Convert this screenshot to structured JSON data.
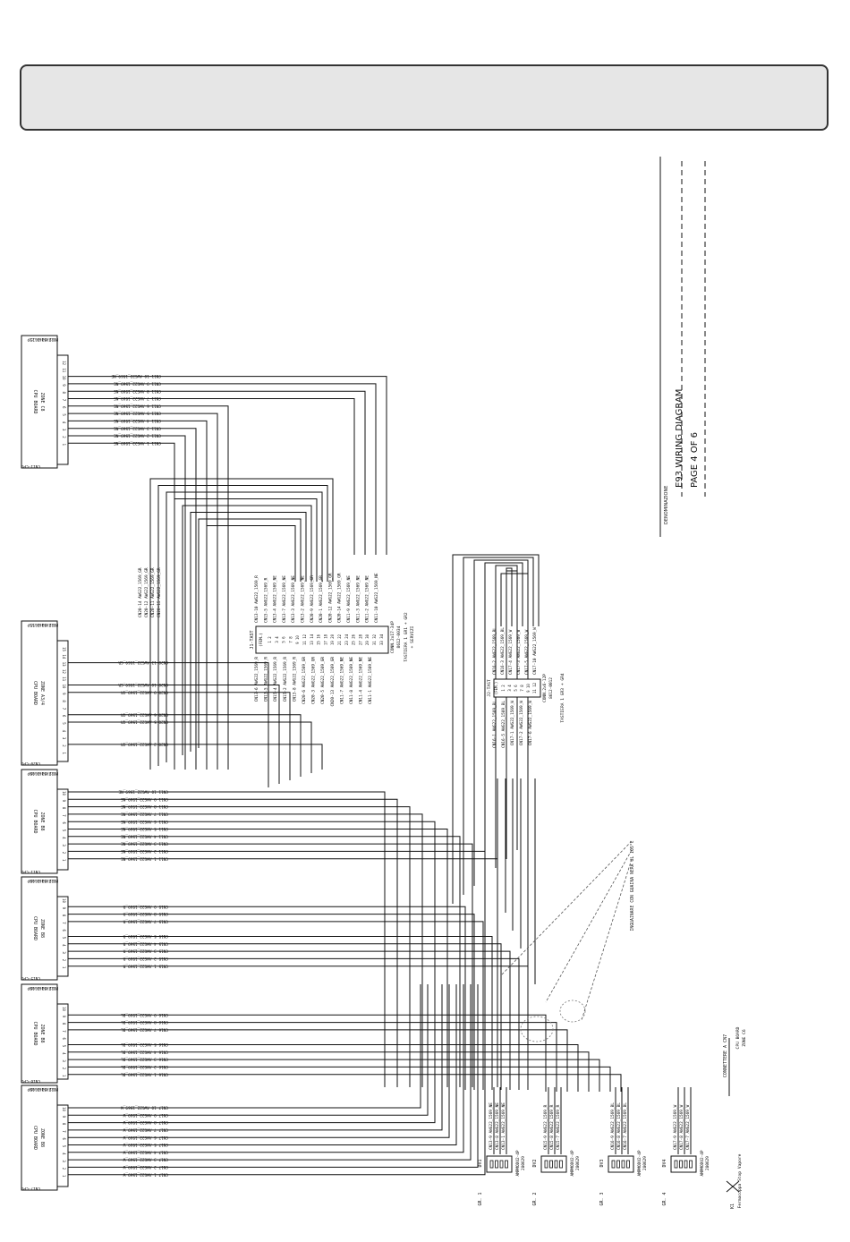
{
  "title_block": {
    "label": "DENOMINAZIONE",
    "title": "E93 WIRING DIAGRAM",
    "page": "PAGE 4 OF 6"
  },
  "blocks": [
    {
      "id": "C8",
      "board": "CPU BOARD",
      "zone": "ZONE C8",
      "connector": "MOLEX5460-12P",
      "code": "22-01-2125",
      "socket": "CN11-CPU",
      "pins": [
        "12",
        "11",
        "10",
        "9",
        "8",
        "7",
        "6",
        "5",
        "4",
        "3",
        "2",
        "1"
      ],
      "wires": [
        {
          "pin": "10",
          "label": "CN11-10 AWG22_1569_NE"
        },
        {
          "pin": "9",
          "label": "CN11-9 AWG22_1569_NE"
        },
        {
          "pin": "8",
          "label": "CN11-8 AWG22_1569_NE"
        },
        {
          "pin": "7",
          "label": "CN11-7 AWG22_1569_NE"
        },
        {
          "pin": "6",
          "label": "CN11-6 AWG22_1569_NE"
        },
        {
          "pin": "5",
          "label": "CN11-5 AWG22_1569_NE"
        },
        {
          "pin": "4",
          "label": "CN11-4 AWG22_1569_NE"
        },
        {
          "pin": "3",
          "label": "CN11-3 AWG22_1569_NE"
        },
        {
          "pin": "2",
          "label": "CN11-2 AWG22_1569_NE"
        },
        {
          "pin": "1",
          "label": "CN11-1 AWG22_1569_NE"
        }
      ]
    },
    {
      "id": "A3/4",
      "board": "CPU BOARD",
      "zone": "ZONE A3/4",
      "connector": "MOLEX5460-15P",
      "code": "22-01-2155",
      "socket": "CN20-CPU",
      "pins": [
        "15",
        "14",
        "13",
        "12",
        "11",
        "10",
        "9",
        "8",
        "7",
        "6",
        "5",
        "4",
        "3",
        "2",
        "1"
      ],
      "wires": [
        {
          "pin": "13",
          "label": "CN20-13 AWG22_1569_GR"
        },
        {
          "pin": "10",
          "label": "CN20-10 AWG22_1569_GR"
        },
        {
          "pin": "9",
          "label": "CN20-9 AWG22_1569_GR"
        },
        {
          "pin": "6",
          "label": "CN20-6 AWG22_1569_GR"
        },
        {
          "pin": "5",
          "label": "CN20-5 AWG22_1569_GR"
        },
        {
          "pin": "2",
          "label": "CN20-2 AWG22_1569_GR"
        }
      ]
    },
    {
      "id": "B8-1",
      "board": "CPU BOARD",
      "zone": "ZONE B8",
      "connector": "MOLEX5460-10P",
      "code": "22-01-2105",
      "socket": "CN11-CPU",
      "pins": [
        "10",
        "9",
        "8",
        "7",
        "6",
        "5",
        "4",
        "3",
        "2",
        "1"
      ],
      "wires": [
        {
          "pin": "10",
          "label": "CN11-10 AWG22_1569_NE"
        },
        {
          "pin": "9",
          "label": "CN11-9 AWG22_1569_NE"
        },
        {
          "pin": "8",
          "label": "CN11-8 AWG22_1569_NE"
        },
        {
          "pin": "7",
          "label": "CN11-7 AWG22_1569_NE"
        },
        {
          "pin": "6",
          "label": "CN11-6 AWG22_1569_NE"
        },
        {
          "pin": "5",
          "label": "CN11-5 AWG22_1569_NE"
        },
        {
          "pin": "4",
          "label": "CN11-4 AWG22_1569_NE"
        },
        {
          "pin": "3",
          "label": "CN11-3 AWG22_1569_NE"
        },
        {
          "pin": "2",
          "label": "CN11-2 AWG22_1569_NE"
        },
        {
          "pin": "1",
          "label": "CN11-1 AWG22_1569_NE"
        }
      ]
    },
    {
      "id": "B8-2",
      "board": "CPU BOARD",
      "zone": "ZONE B8",
      "connector": "MOLEX5460-10P",
      "code": "22-01-2105",
      "socket": "CN15-CPU",
      "pins": [
        "10",
        "9",
        "8",
        "7",
        "6",
        "5",
        "4",
        "3",
        "2",
        "1"
      ],
      "wires": [
        {
          "pin": "9",
          "label": "CN15-9 AWG22_1569_R"
        },
        {
          "pin": "8",
          "label": "CN15-8 AWG22_1569_R"
        },
        {
          "pin": "7",
          "label": "CN15-7 AWG22_1569_R"
        },
        {
          "pin": "5",
          "label": "CN15-5 AWG22_1569_R"
        },
        {
          "pin": "4",
          "label": "CN15-4 AWG22_1569_R"
        },
        {
          "pin": "3",
          "label": "CN15-3 AWG22_1569_R"
        },
        {
          "pin": "2",
          "label": "CN15-2 AWG22_1569_R"
        },
        {
          "pin": "1",
          "label": "CN15-1 AWG22_1569_R"
        }
      ]
    },
    {
      "id": "B8-3",
      "board": "CPU BOARD",
      "zone": "ZONE B8",
      "connector": "MOLEX5460-10P",
      "code": "22-01-2105",
      "socket": "CN16-CPU",
      "pins": [
        "10",
        "9",
        "8",
        "7",
        "6",
        "5",
        "4",
        "3",
        "2",
        "1"
      ],
      "wires": [
        {
          "pin": "9",
          "label": "CN16-9 AWG22_1569_BL"
        },
        {
          "pin": "8",
          "label": "CN16-8 AWG22_1569_BL"
        },
        {
          "pin": "7",
          "label": "CN16-7 AWG22_1569_BL"
        },
        {
          "pin": "5",
          "label": "CN16-5 AWG22_1569_BL"
        },
        {
          "pin": "4",
          "label": "CN16-4 AWG22_1569_BL"
        },
        {
          "pin": "3",
          "label": "CN16-3 AWG22_1569_BL"
        },
        {
          "pin": "2",
          "label": "CN16-2 AWG22_1569_BL"
        },
        {
          "pin": "1",
          "label": "CN16-1 AWG22_1569_BL"
        }
      ]
    },
    {
      "id": "B8-4",
      "board": "CPU BOARD",
      "zone": "ZONE B8",
      "connector": "MOLEX5460-10P",
      "code": "22-01-2105",
      "socket": "CN17-CPU",
      "pins": [
        "10",
        "9",
        "8",
        "7",
        "6",
        "5",
        "4",
        "3",
        "2",
        "1"
      ],
      "wires": [
        {
          "pin": "10",
          "label": "CN17-10 AWG22_1569_W"
        },
        {
          "pin": "9",
          "label": "CN17-9 AWG22_1569_W"
        },
        {
          "pin": "8",
          "label": "CN17-8 AWG22_1569_W"
        },
        {
          "pin": "7",
          "label": "CN17-7 AWG22_1569_W"
        },
        {
          "pin": "6",
          "label": "CN17-6 AWG22_1569_W"
        },
        {
          "pin": "5",
          "label": "CN17-5 AWG22_1569_W"
        },
        {
          "pin": "4",
          "label": "CN17-4 AWG22_1569_W"
        },
        {
          "pin": "3",
          "label": "CN17-3 AWG22_1569_W"
        },
        {
          "pin": "2",
          "label": "CN17-2 AWG22_1569_W"
        },
        {
          "pin": "1",
          "label": "CN17-1 AWG22_1569_W"
        }
      ]
    }
  ],
  "keypad_left": {
    "header": "J1-TAST",
    "female": "(FEM.)",
    "connector": "CONN.2x17-34P",
    "code": "8612-0034",
    "caption_1": "TASTIERA 1 GR1 + GR2",
    "caption_2": "+ SERVIZI",
    "top_labels": [
      "CN13-10 AWG22_1569_R",
      "CN15-5 AWG22_1569_R",
      "CN13-4 AWG22_1569_NE",
      "CN13-7 AWG22_1569_NE",
      "CN13-3 AWG22_1569_NE",
      "CN13-2 AWG22_1569_NE",
      "CN20-9 AWG22_1569_GR",
      "CN20-1 AWG22_1569_GR",
      "CN20-12 AWG22_1569_GR",
      "CN20-14 AWG22_1569_GR",
      "CN11-9 AWG22_1569_NE",
      "CN11-3 AWG22_1569_NE",
      "CN11-2 AWG22_1569_NE",
      "CN11-10 AWG22_1569_NE"
    ],
    "gr_labels": [
      "CN20-14 AWG22_1569_GR",
      "CN20-12 AWG22_1569_GR",
      "CN20-11 AWG22_1569_GR",
      "CN20-15 AWG22_1569_GR"
    ],
    "bottom_labels": [
      "CN13-6 AWG22_1569_R",
      "CN13-5 AWG22_1569_R",
      "CN15-4 AWG22_1569_R",
      "CN15-2 AWG22_1569_R",
      "CN13-8 AWG22_1569_R",
      "CN20-6 AWG22_1569_GR",
      "CN20-3 AWG22_1569_GR",
      "CN20-5 AWG22_1569_GR",
      "CN20-13 AWG22_1569_GR",
      "CN11-7 AWG22_1569_NE",
      "CN11-8 AWG22_1569_NE",
      "CN11-4 AWG22_1569_NE",
      "CN11-1 AWG22_1569_NE"
    ],
    "pin_pairs": [
      "1 2",
      "3 4",
      "5 6",
      "7 8",
      "9 10",
      "11 12",
      "13 14",
      "15 16",
      "17 18",
      "19 20",
      "21 22",
      "23 24",
      "25 26",
      "27 28",
      "29 30",
      "31 32",
      "33 34"
    ]
  },
  "keypad_right": {
    "header": "J2-TAST",
    "female": "(FEM.)",
    "connector": "CONN.2x6-12P",
    "code": "8612-0012",
    "caption": "TASTIERA 1 GR3 + GR4",
    "top_labels": [
      "CN16-2 AWG22_1569_BL",
      "CN16-3 AWG22_1569_BL",
      "CN17-4 AWG22_1569_W",
      "CN17-3 AWG22_1569_W",
      "CN17-5 AWG22_1569_W",
      "CN17-10 AWG22_1569_W"
    ],
    "bottom_labels": [
      "CN16-1 AWG22_1569_BL",
      "CN16-5 AWG22_1569_BL",
      "CN17-1 AWG22_1569_W",
      "CN17-2 AWG22_1569_W",
      "CN17-6 AWG22_1569_W"
    ],
    "pin_pairs": [
      "1 2",
      "3 4",
      "5 6",
      "7 8",
      "9 10",
      "11 12"
    ]
  },
  "displays": [
    {
      "name": "DV1",
      "gr": "GR. 1",
      "wires": [
        "CN13-9 AWG22_1569_NE",
        "CN13-8 AWG22_1569_NE",
        "CN13-1 AWG22_1569_NE"
      ],
      "connector": "AMPMODU2-4P",
      "code": "280629"
    },
    {
      "name": "DV2",
      "gr": "GR. 2",
      "wires": [
        "CN15-9 AWG22_1569_R",
        "CN15-8 AWG22_1569_R",
        "CN15-7 AWG22_1569_R"
      ],
      "connector": "AMPMODU2-4P",
      "code": "280629"
    },
    {
      "name": "DV3",
      "gr": "GR. 3",
      "wires": [
        "CN16-9 AWG22_1569_BL",
        "CN16-8 AWG22_1569_BL",
        "CN16-7 AWG22_1569_BL"
      ],
      "connector": "AMPMODU2-4P",
      "code": "280629"
    },
    {
      "name": "DV4",
      "gr": "GR. 4",
      "wires": [
        "CN17-9 AWG22_1569_W",
        "CN17-8 AWG22_1569_W",
        "CN17-7 AWG22_1569_W"
      ],
      "connector": "AMPMODU2-4P",
      "code": "280629"
    }
  ],
  "notes": {
    "sheath": "INGUAINARE CON GUAINA NERA UL 105°C",
    "connect_title": "CONNETTERE A CN7",
    "connect_board": "CPU BOARD",
    "connect_zone": "ZONE C6",
    "stop_key": "K1",
    "stop_label": "Fermacoppa Stop Vapore"
  }
}
